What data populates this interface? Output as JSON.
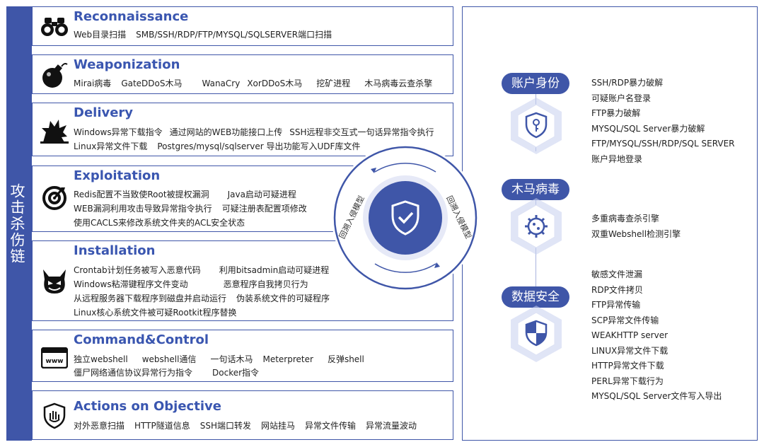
{
  "left_label": "攻击杀伤链",
  "stages": [
    {
      "id": "recon",
      "icon": "binoculars-icon",
      "title": "Reconnaissance",
      "lines": [
        [
          "Web目录扫描",
          "SMB/SSH/RDP/FTP/MYSQL/SQLSERVER端口扫描"
        ]
      ]
    },
    {
      "id": "weapon",
      "icon": "bomb-icon",
      "title": "Weaponization",
      "lines": [
        [
          "Mirai病毒",
          "GateDDoS木马",
          "WanaCry",
          "XorDDoS木马",
          "挖矿进程",
          "木马病毒云查杀擎"
        ]
      ]
    },
    {
      "id": "delivery",
      "icon": "explosion-icon",
      "title": "Delivery",
      "lines": [
        [
          "Windows异常下载指令",
          "通过网站的WEB功能接口上传",
          "SSH远程非交互式一句话异常指令执行"
        ],
        [
          "Linux异常文件下载",
          "Postgres/mysql/sqlserver 导出功能写入UDF库文件"
        ]
      ]
    },
    {
      "id": "exploit",
      "icon": "target-icon",
      "title": "Exploitation",
      "lines": [
        [
          "Redis配置不当致使Root被提权漏洞",
          "Java启动可疑进程"
        ],
        [
          "WEB漏洞利用攻击导致异常指令执行",
          "可疑注册表配置项修改"
        ],
        [
          "使用CACLS来修改系统文件夹的ACL安全状态"
        ]
      ]
    },
    {
      "id": "install",
      "icon": "devil-icon",
      "title": "Installation",
      "lines": [
        [
          "Crontab计划任务被写入恶意代码",
          "利用bitsadmin启动可疑进程"
        ],
        [
          "Windows粘滞键程序文件变动",
          "恶意程序自我拷贝行为"
        ],
        [
          "从远程服务器下载程序到磁盘并启动运行",
          "伪装系统文件的可疑程序"
        ],
        [
          "Linux核心系统文件被可疑Rootkit程序替换"
        ]
      ]
    },
    {
      "id": "c2",
      "icon": "browser-www-icon",
      "title": "Command&Control",
      "lines": [
        [
          "独立webshell",
          "webshell通信",
          "一句话木马",
          "Meterpreter",
          "反弹shell"
        ],
        [
          "僵尸网络通信协议异常行为指令",
          "Docker指令"
        ]
      ]
    },
    {
      "id": "actions",
      "icon": "shield-hand-icon",
      "title": "Actions on Objective",
      "lines": [
        [
          "对外恶意扫描",
          "HTTP隧道信息",
          "SSH端口转发",
          "网站挂马",
          "异常文件传输",
          "异常流量波动"
        ]
      ]
    }
  ],
  "center": {
    "icon": "shield-check-icon",
    "left_arc_label": "回溯入侵模型",
    "right_arc_label": "回溯入侵模型"
  },
  "categories": [
    {
      "label": "账户身份",
      "icon": "shield-key-icon",
      "items": [
        "SSH/RDP暴力破解",
        "可疑账户名登录",
        "FTP暴力破解",
        "MYSQL/SQL Server暴力破解",
        "FTP/MYSQL/SSH/RDP/SQL SERVER",
        "账户异地登录"
      ]
    },
    {
      "label": "木马病毒",
      "icon": "virus-gear-icon",
      "items": [
        "多重病毒查杀引擎",
        "双重Webshell检测引擎"
      ]
    },
    {
      "label": "数据安全",
      "icon": "shield-quadrant-icon",
      "items": [
        "敏感文件泄漏",
        "RDP文件拷贝",
        "FTP异常传输",
        "SCP异常文件传输",
        "WEAKHTTP server",
        "LINUX异常文件下载",
        "HTTP异常文件下载",
        "PERL异常下载行为",
        "MYSQL/SQL Server文件写入导出"
      ]
    }
  ],
  "colors": {
    "primary": "#3f56a8",
    "title": "#3a56b0",
    "light": "#c7cfee"
  }
}
